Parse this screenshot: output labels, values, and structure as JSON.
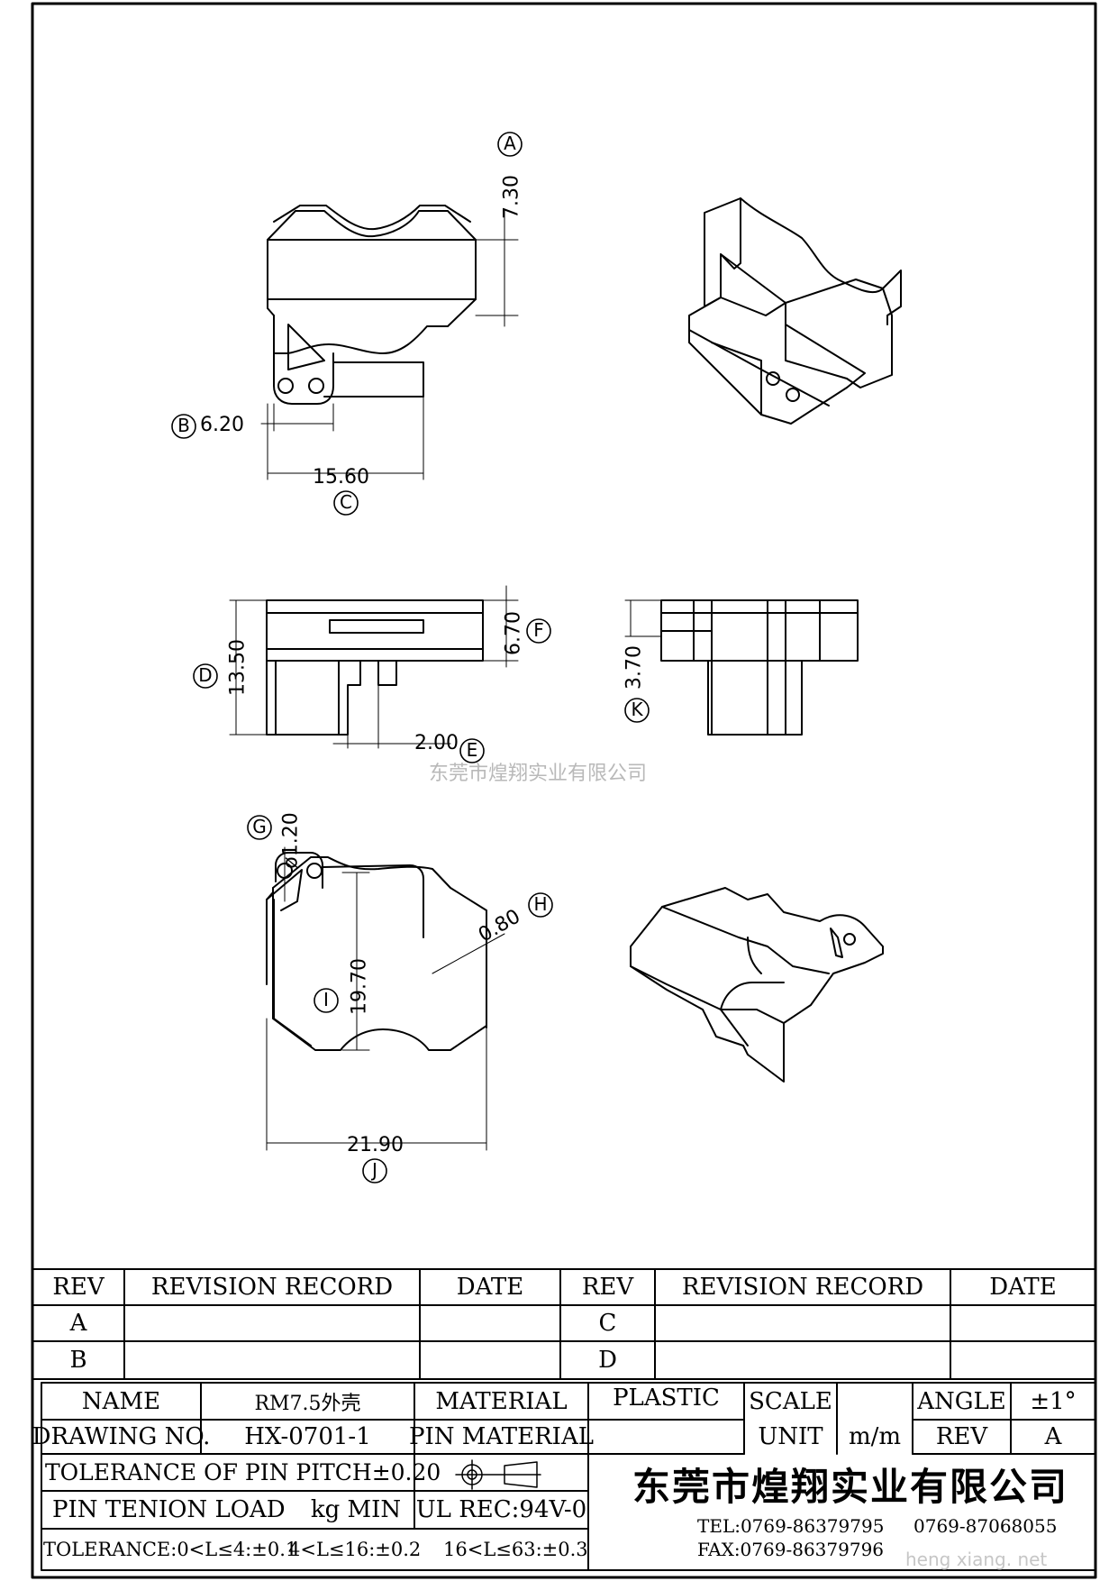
{
  "drawing": {
    "watermark_cn": "东莞市煌翔实业有限公司",
    "watermark_url": "heng xiang. net",
    "callouts": {
      "A": "A",
      "B": "B",
      "C": "C",
      "D": "D",
      "E": "E",
      "F": "F",
      "G": "G",
      "H": "H",
      "I": "I",
      "J": "J",
      "K": "K"
    },
    "dimensions": {
      "a": "7.30",
      "b": "6.20",
      "c": "15.60",
      "d": "13.50",
      "e": "2.00",
      "f": "6.70",
      "k": "3.70",
      "g": "ø1.20",
      "h": "0.80",
      "i": "19.70",
      "j": "21.90"
    }
  },
  "revision_table": {
    "headers": [
      "REV",
      "REVISION RECORD",
      "DATE",
      "REV",
      "REVISION RECORD",
      "DATE"
    ],
    "rows": [
      [
        "A",
        "",
        "",
        "C",
        "",
        ""
      ],
      [
        "B",
        "",
        "",
        "D",
        "",
        ""
      ]
    ]
  },
  "title_block": {
    "name_label": "NAME",
    "name_value": "RM7.5外壳",
    "material_label": "MATERIAL",
    "material_value": "PLASTIC",
    "scale_label": "SCALE",
    "scale_value": "",
    "angle_label": "ANGLE",
    "angle_value": "±1°",
    "drawing_no_label": "DRAWING NO.",
    "drawing_no_value": "HX-0701-1",
    "pin_material_label": "PIN MATERIAL",
    "pin_material_value": "",
    "unit_label": "UNIT",
    "unit_value": "m/m",
    "rev_label": "REV",
    "rev_value": "A",
    "tol_pitch": "TOLERANCE OF PIN PITCH±0.20",
    "pin_tenion": "PIN TENION LOAD",
    "pin_tenion_unit": "kg MIN",
    "ul_rec": "UL REC:94V-0",
    "tol_1": "TOLERANCE:0<L≤4:±0.1",
    "tol_2": "4<L≤16:±0.2",
    "tol_3": "16<L≤63:±0.3",
    "company": "东莞市煌翔实业有限公司",
    "tel": "TEL:0769-86379795",
    "tel2": "0769-87068055",
    "fax": "FAX:0769-86379796"
  }
}
